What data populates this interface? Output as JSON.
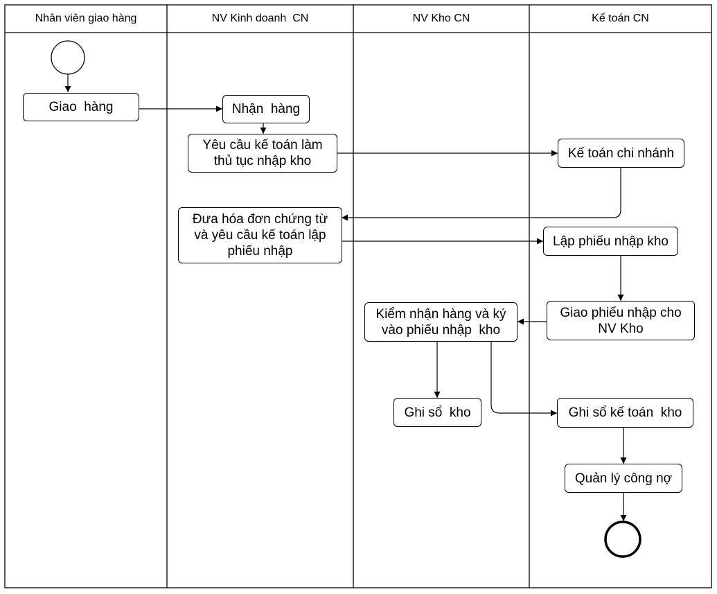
{
  "lanes": [
    "Nhân viên giao hàng",
    "NV Kinh doanh  CN",
    "NV Kho CN",
    "Kế toán CN"
  ],
  "activities": {
    "giao_hang": "Giao  hàng",
    "nhan_hang": "Nhận  hàng",
    "yeu_cau_ke_toan": "Yêu cầu kế toán làm\nthủ tục nhập kho",
    "ke_toan_chi_nhanh": "Kế toán chi nhánh",
    "dua_hoa_don": "Đưa hóa đơn chứng từ\nvà yêu cầu kế toán lập\nphiếu nhập",
    "lap_phieu_nhap": "Lập phiếu nhập kho",
    "kiem_nhan_hang": "Kiểm nhận hàng và ký\nvào phiếu nhập  kho",
    "giao_phieu_nhap": "Giao phiếu nhập cho\nNV Kho",
    "ghi_so_kho": "Ghi sổ  kho",
    "ghi_so_ke_toan": "Ghi sổ kế toán  kho",
    "quan_ly_cong_no": "Quản lý công nợ"
  }
}
